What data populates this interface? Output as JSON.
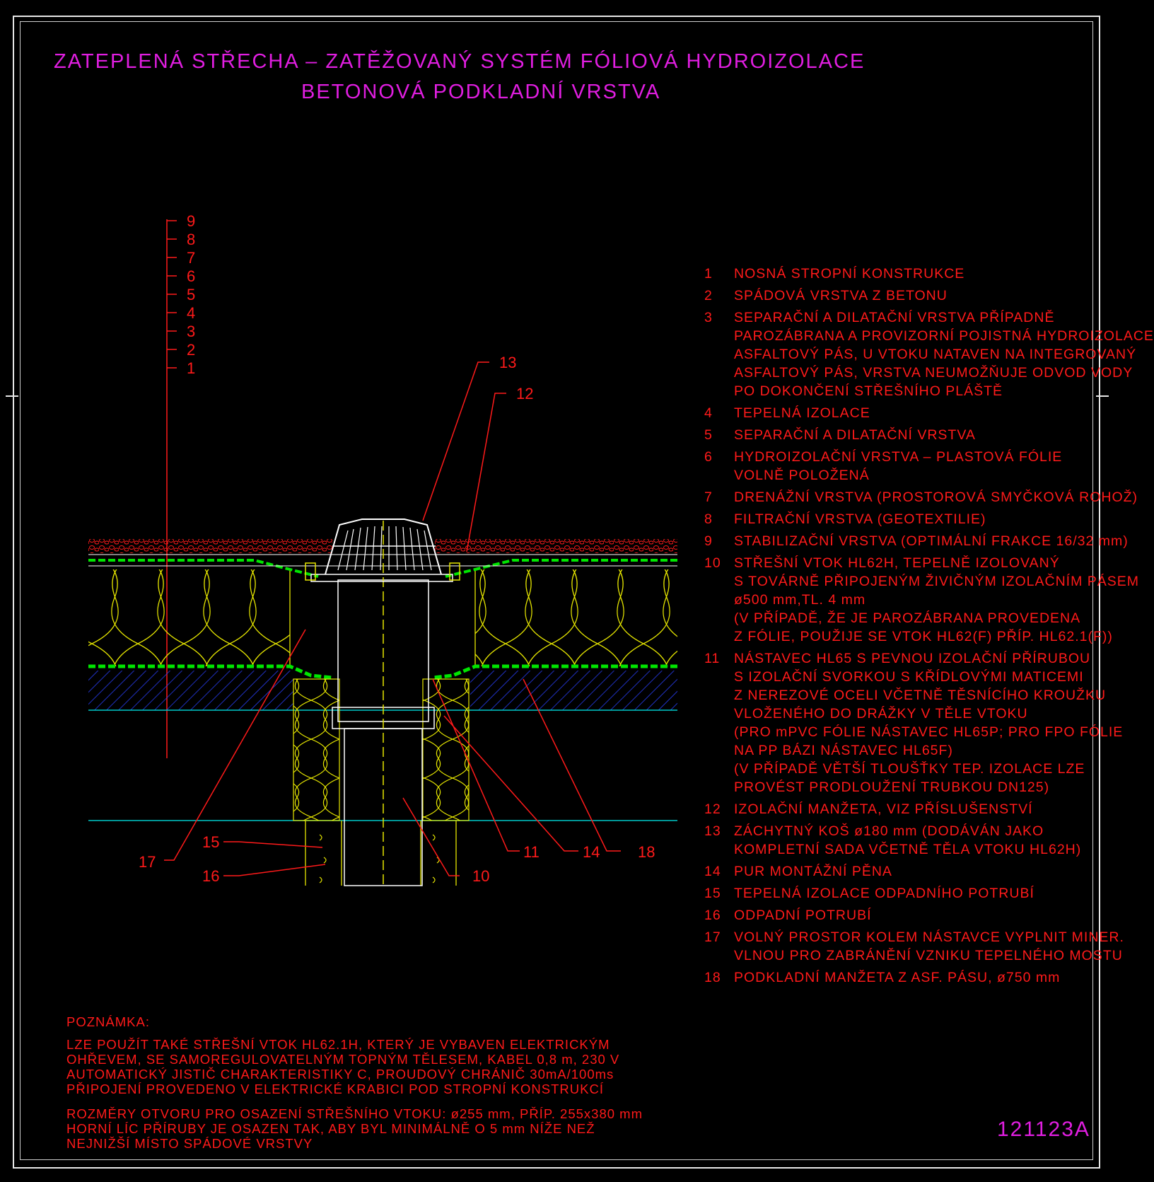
{
  "title": {
    "line1": "ZATEPLENÁ STŘECHA – ZATĚŽOVANÝ SYSTÉM FÓLIOVÁ HYDROIZOLACE",
    "line2": "BETONOVÁ PODKLADNÍ VRSTVA"
  },
  "layer_scale": [
    "9",
    "8",
    "7",
    "6",
    "5",
    "4",
    "3",
    "2",
    "1"
  ],
  "callouts": {
    "c10": "10",
    "c11": "11",
    "c12": "12",
    "c13": "13",
    "c14": "14",
    "c15": "15",
    "c16": "16",
    "c17": "17",
    "c18": "18"
  },
  "legend": [
    {
      "num": "1",
      "text": "NOSNÁ STROPNÍ KONSTRUKCE"
    },
    {
      "num": "2",
      "text": "SPÁDOVÁ VRSTVA Z BETONU"
    },
    {
      "num": "3",
      "text": "SEPARAČNÍ A DILATAČNÍ VRSTVA PŘÍPADNĚ\nPAROZÁBRANA A PROVIZORNÍ POJISTNÁ HYDROIZOLACE\nASFALTOVÝ PÁS, U VTOKU NATAVEN NA INTEGROVANÝ\nASFALTOVÝ PÁS, VRSTVA NEUMOŽŇUJE ODVOD VODY\nPO DOKONČENÍ STŘEŠNÍHO PLÁŠTĚ"
    },
    {
      "num": "4",
      "text": "TEPELNÁ IZOLACE"
    },
    {
      "num": "5",
      "text": "SEPARAČNÍ A DILATAČNÍ VRSTVA"
    },
    {
      "num": "6",
      "text": "HYDROIZOLAČNÍ VRSTVA – PLASTOVÁ FÓLIE\nVOLNĚ POLOŽENÁ"
    },
    {
      "num": "7",
      "text": "DRENÁŽNÍ VRSTVA (PROSTOROVÁ SMYČKOVÁ ROHOŽ)"
    },
    {
      "num": "8",
      "text": "FILTRAČNÍ VRSTVA (GEOTEXTILIE)"
    },
    {
      "num": "9",
      "text": "STABILIZAČNÍ VRSTVA (OPTIMÁLNÍ FRAKCE 16/32 mm)"
    },
    {
      "num": "10",
      "text": "STŘEŠNÍ VTOK HL62H, TEPELNĚ IZOLOVANÝ\nS TOVÁRNĚ PŘIPOJENÝM ŽIVIČNÝM IZOLAČNÍM PÁSEM\nø500 mm,TL. 4 mm\n(V PŘÍPADĚ, ŽE JE PAROZÁBRANA PROVEDENA\nZ FÓLIE, POUŽIJE SE VTOK HL62(F) PŘÍP. HL62.1(F))"
    },
    {
      "num": "11",
      "text": "NÁSTAVEC HL65 S PEVNOU IZOLAČNÍ PŘÍRUBOU\nS IZOLAČNÍ SVORKOU S KŘÍDLOVÝMI MATICEMI\nZ NEREZOVÉ OCELI VČETNĚ TĚSNÍCÍHO KROUŽKU\nVLOŽENÉHO DO DRÁŽKY V TĚLE VTOKU\n(PRO mPVC FÓLIE NÁSTAVEC HL65P; PRO FPO FÓLIE\nNA PP BÁZI NÁSTAVEC HL65F)\n(V PŘÍPADĚ VĚTŠÍ TLOUŠŤKY TEP. IZOLACE LZE\nPROVÉST PRODLOUŽENÍ TRUBKOU DN125)"
    },
    {
      "num": "12",
      "text": "IZOLAČNÍ MANŽETA, VIZ PŘÍSLUŠENSTVÍ"
    },
    {
      "num": "13",
      "text": "ZÁCHYTNÝ KOŠ ø180 mm (DODÁVÁN JAKO\nKOMPLETNÍ SADA VČETNĚ TĚLA VTOKU HL62H)"
    },
    {
      "num": "14",
      "text": "PUR MONTÁŽNÍ PĚNA"
    },
    {
      "num": "15",
      "text": "TEPELNÁ IZOLACE ODPADNÍHO POTRUBÍ"
    },
    {
      "num": "16",
      "text": "ODPADNÍ POTRUBÍ"
    },
    {
      "num": "17",
      "text": "VOLNÝ PROSTOR KOLEM NÁSTAVCE VYPLNIT MINER.\nVLNOU PRO ZABRÁNĚNÍ VZNIKU TEPELNÉHO MOSTU"
    },
    {
      "num": "18",
      "text": "PODKLADNÍ MANŽETA Z ASF. PÁSU, ø750 mm"
    }
  ],
  "note": {
    "heading": "POZNÁMKA:",
    "para1": "LZE POUŽÍT TAKÉ STŘEŠNÍ VTOK HL62.1H, KTERÝ JE VYBAVEN ELEKTRICKÝM\nOHŘEVEM, SE SAMOREGULOVATELNÝM TOPNÝM TĚLESEM, KABEL 0,8 m, 230 V\nAUTOMATICKÝ JISTIČ CHARAKTERISTIKY C, PROUDOVÝ CHRÁNIČ 30mA/100ms\nPŘIPOJENÍ PROVEDENO V ELEKTRICKÉ KRABICI POD STROPNÍ KONSTRUKCÍ",
    "para2": "ROZMĚRY OTVORU PRO OSAZENÍ STŘEŠNÍHO VTOKU: ø255 mm, PŘÍP. 255x380 mm\nHORNÍ LÍC PŘÍRUBY JE OSAZEN TAK, ABY BYL MINIMÁLNĚ O 5 mm NÍŽE NEŽ\nNEJNIŽŠÍ MÍSTO SPÁDOVÉ VRSTVY"
  },
  "drawing_code": "121123A",
  "colors": {
    "background": "#000000",
    "title": "#e01ee0",
    "annotation": "#ff1a1a",
    "insulation": "#e6e600",
    "membrane": "#00e600",
    "concrete_hatch": "#2a40ff",
    "slab_line": "#00c8c8",
    "gravel": "#ff1a1a",
    "drain": "#ffffff"
  }
}
